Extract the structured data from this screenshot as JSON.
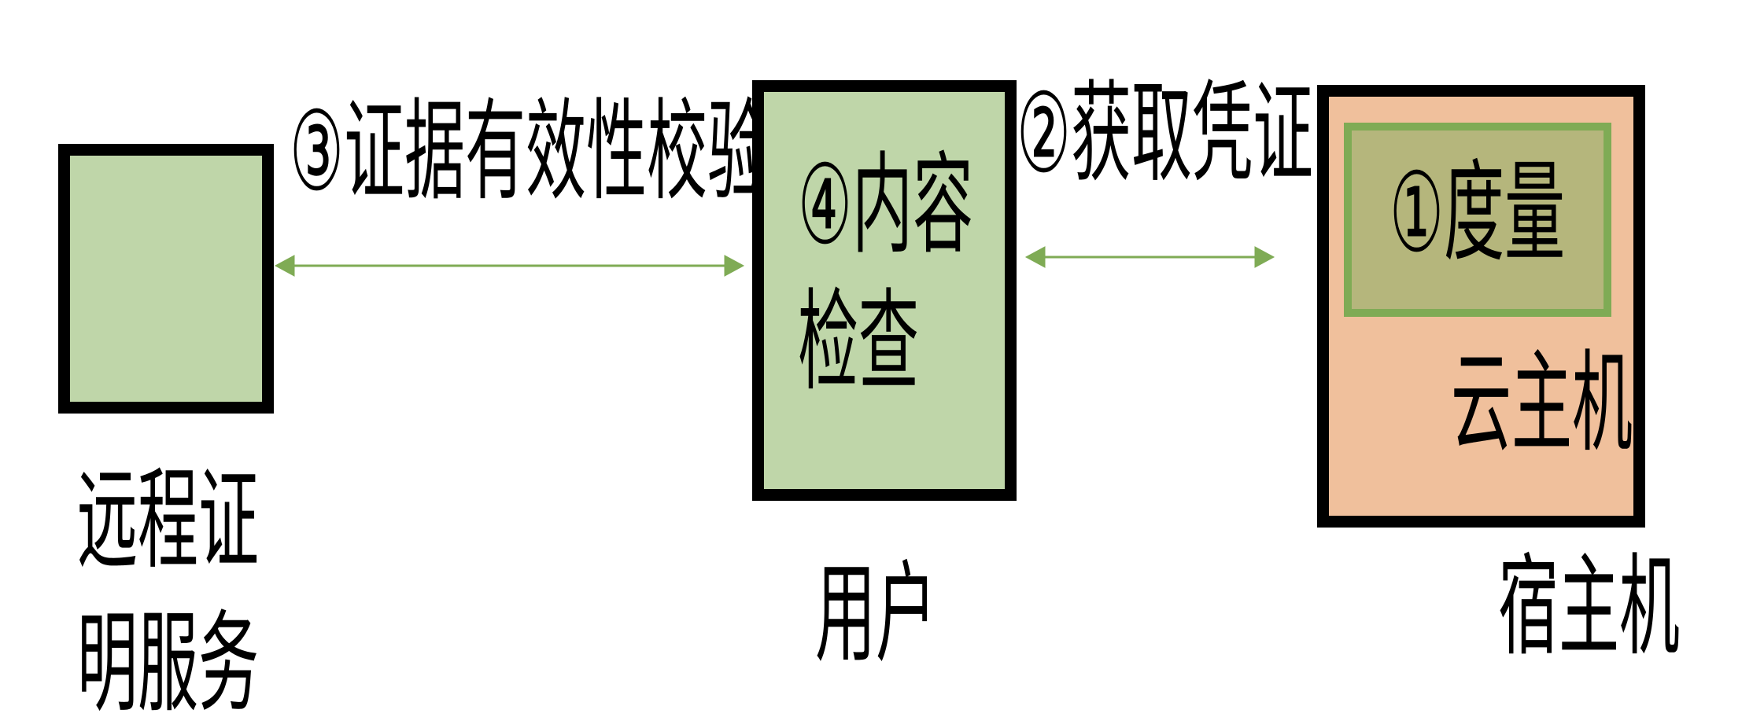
{
  "nodes": {
    "attestation": {
      "label_line1": "远程证",
      "label_line2": "明服务"
    },
    "user": {
      "inner_line1": "④内容",
      "inner_line2": "检查",
      "label": "用户"
    },
    "host": {
      "inner_step": "①度量",
      "vm_label": "云主机",
      "label": "宿主机"
    }
  },
  "edges": {
    "verify": "③证据有效性校验",
    "obtain": "②获取凭证"
  },
  "colors": {
    "green_box": "#bfd6a9",
    "host_fill": "#f0c09c",
    "measure_fill": "#b5b67c",
    "measure_border": "#7fab55",
    "arrow": "#7fab55"
  }
}
